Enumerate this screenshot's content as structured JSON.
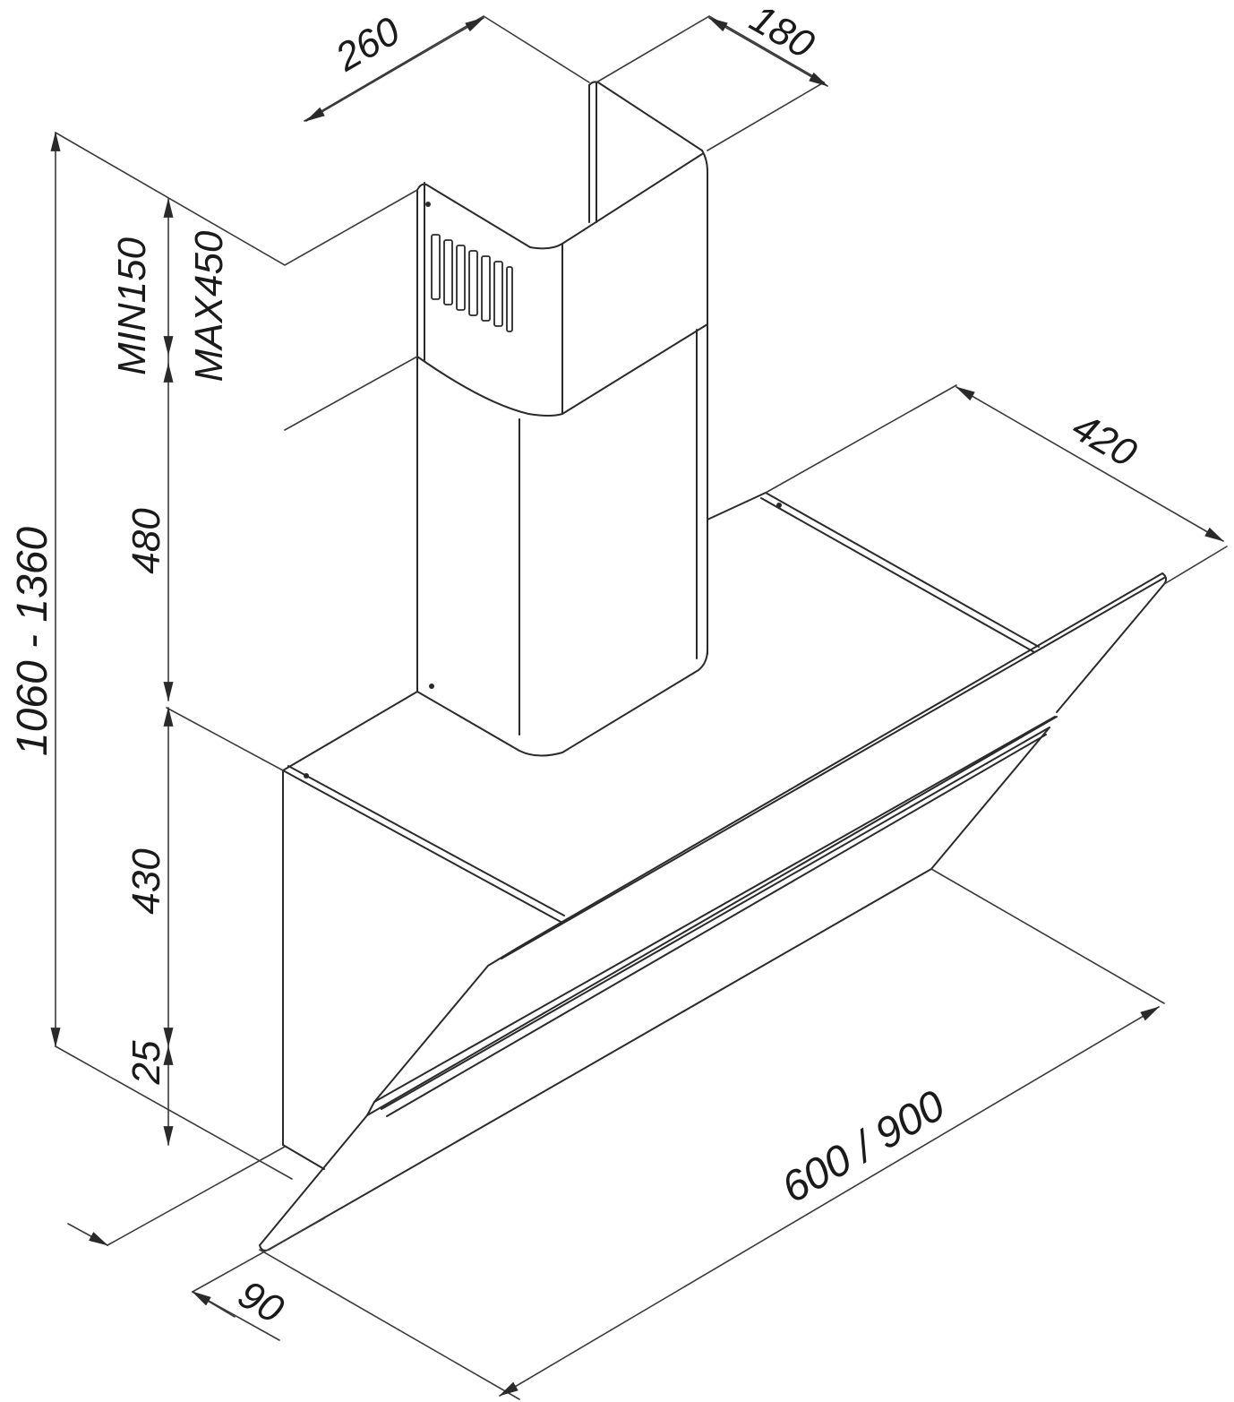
{
  "colors": {
    "line": "#2a2a2a",
    "dim": "#3a3a3a",
    "background": "#ffffff"
  },
  "dimensions": {
    "chimney_width": "260",
    "chimney_depth": "180",
    "total_height": "1060 - 1360",
    "min_extension": "MIN150",
    "max_extension": "MAX450",
    "chimney_lower_height": "480",
    "body_height": "430",
    "bottom_offset": "25",
    "hood_depth": "420",
    "hood_width": "600 / 900",
    "front_offset": "90"
  }
}
